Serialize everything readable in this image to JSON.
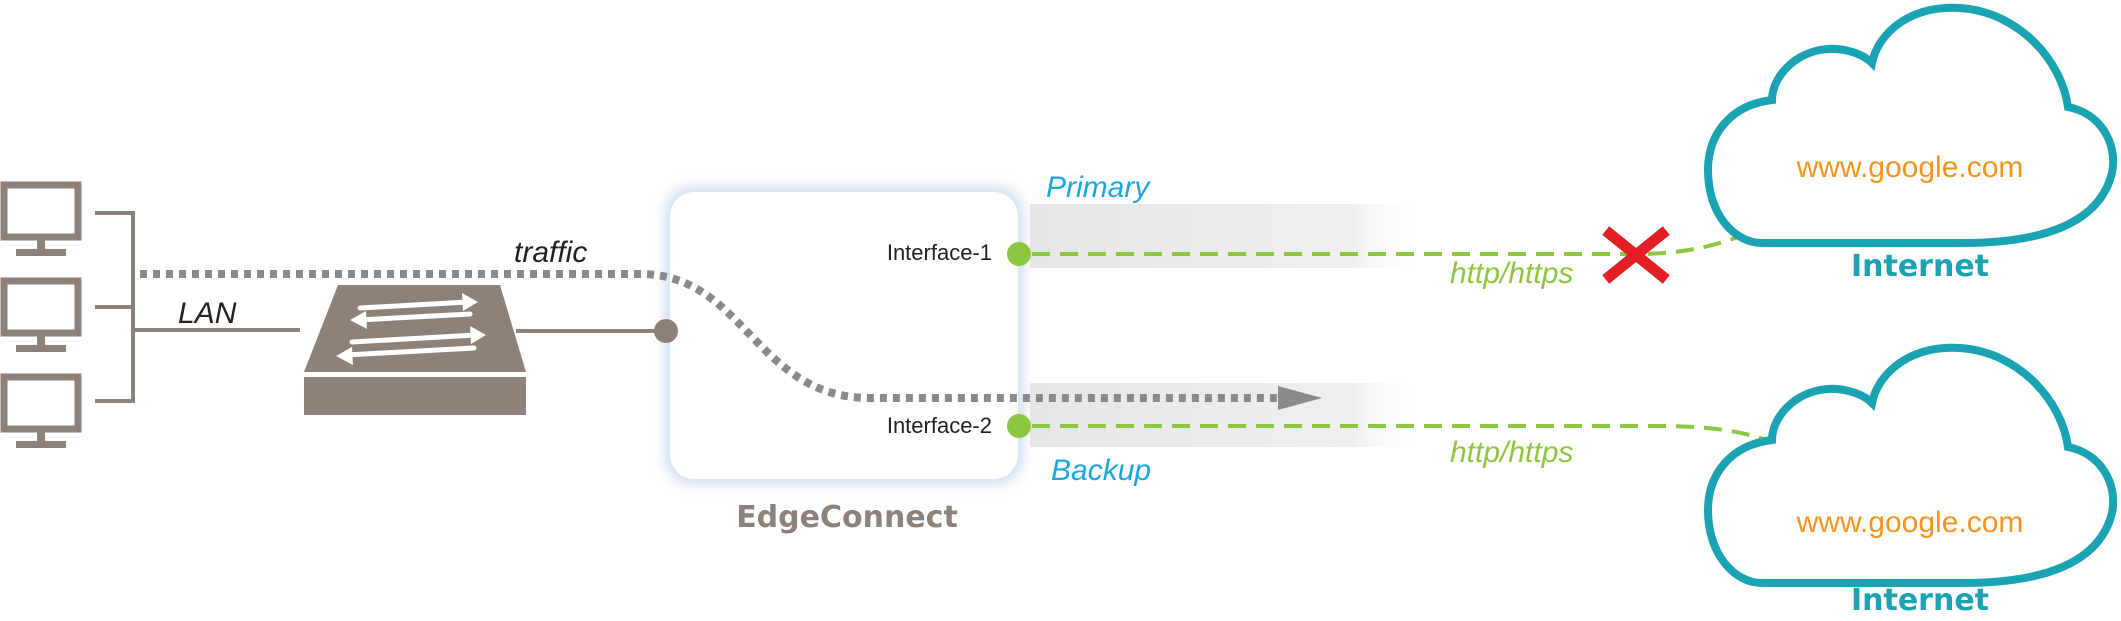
{
  "labels": {
    "lan": "LAN",
    "traffic": "traffic",
    "primary": "Primary",
    "backup": "Backup",
    "interface_1": "Interface-1",
    "interface_2": "Interface-2",
    "edgeconnect": "EdgeConnect",
    "http_top": "http/https",
    "http_bottom": "http/https",
    "cloud_top_url": "www.google.com",
    "cloud_bottom_url": "www.google.com",
    "cloud_top_name": "Internet",
    "cloud_bottom_name": "Internet"
  },
  "icons": {
    "computers": [
      "computer-icon",
      "computer-icon",
      "computer-icon"
    ],
    "switch": "network-switch-icon",
    "failure": "red-x-icon",
    "cloud": "cloud-icon"
  },
  "colors": {
    "device_gray": "#8c8279",
    "link_green": "#8dc63f",
    "label_blue": "#1aa7e0",
    "cloud_teal": "#1aa3b3",
    "url_orange": "#f7941d",
    "fail_red": "#e31e24",
    "traffic_gray": "#8a8a8a"
  }
}
